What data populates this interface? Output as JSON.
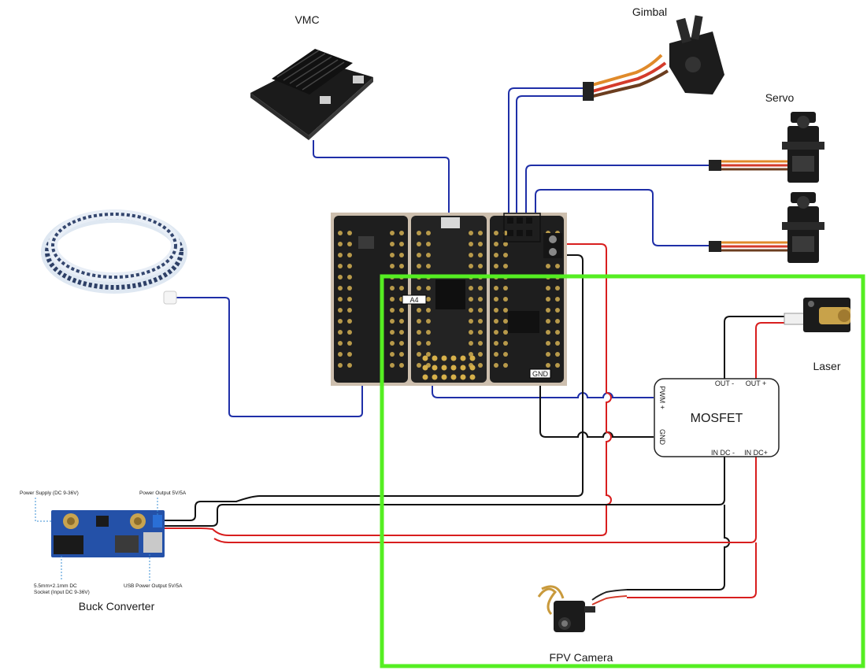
{
  "labels": {
    "vmc": "VMC",
    "gimbal": "Gimbal",
    "servo": "Servo",
    "laser": "Laser",
    "mosfet": "MOSFET",
    "buck_converter": "Buck Converter",
    "fpv_camera": "FPV Camera",
    "pin_a4": "A4",
    "pin_gnd": "GND"
  },
  "mosfet_pins": {
    "out_minus": "OUT -",
    "out_plus": "OUT +",
    "pwm_plus": "PWM +",
    "gnd": "GND",
    "in_dc_minus": "IN DC -",
    "in_dc_plus": "IN DC+"
  },
  "buck_annotations": {
    "power_supply": "Power Supply (DC 9-36V)",
    "power_output": "Power Output 5V/5A",
    "dc_socket_line1": "5.5mm×2.1mm DC",
    "dc_socket_line2": "Socket (Input DC 9-36V)",
    "usb_output": "USB Power Output 5V/5A"
  },
  "colors": {
    "signal_wire": "#1f2fa8",
    "power_wire": "#d81e1e",
    "ground_wire": "#111111",
    "highlight_box": "#55ee22"
  }
}
